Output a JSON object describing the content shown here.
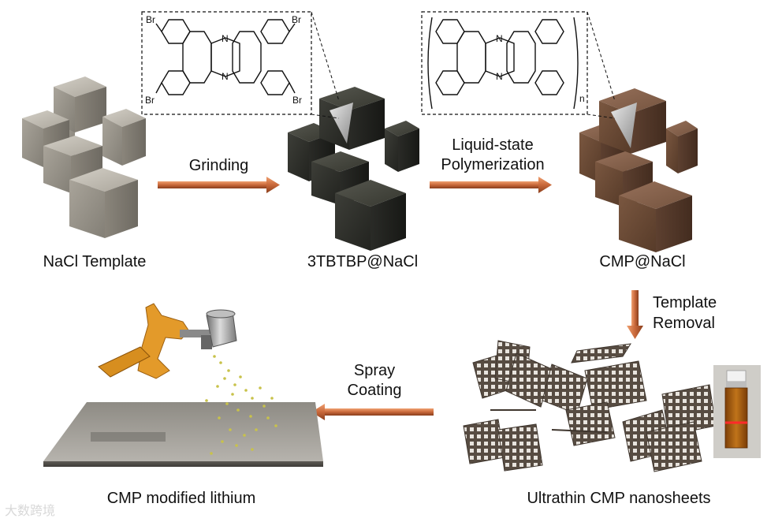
{
  "steps": {
    "template_label": "NaCl Template",
    "precursor_label": "3TBTBP@NaCl",
    "polymer_label": "CMP@NaCl",
    "nanosheets_label": "Ultrathin CMP nanosheets",
    "lithium_label": "CMP modified lithium"
  },
  "arrows": {
    "grinding": "Grinding",
    "polymerization_line1": "Liquid-state",
    "polymerization_line2": "Polymerization",
    "removal_line1": "Template",
    "removal_line2": "Removal",
    "spray_line1": "Spray",
    "spray_line2": "Coating"
  },
  "monomer": {
    "atom_label_br": "Br",
    "atom_label_n": "N"
  },
  "polymer_unit": {
    "atom_label_n": "N",
    "repeat_label": "n"
  },
  "watermark": "大数跨境",
  "colors": {
    "nacl_cube": "#9a958c",
    "precursor_cube": "#2c2d2a",
    "polymer_cube": "#6b4a33",
    "arrow": "#c8683a",
    "sheet": "#5a5047",
    "spray_gun": "#e39a2a",
    "solution": "#b86a14",
    "laser_line": "#ff2a2a"
  }
}
